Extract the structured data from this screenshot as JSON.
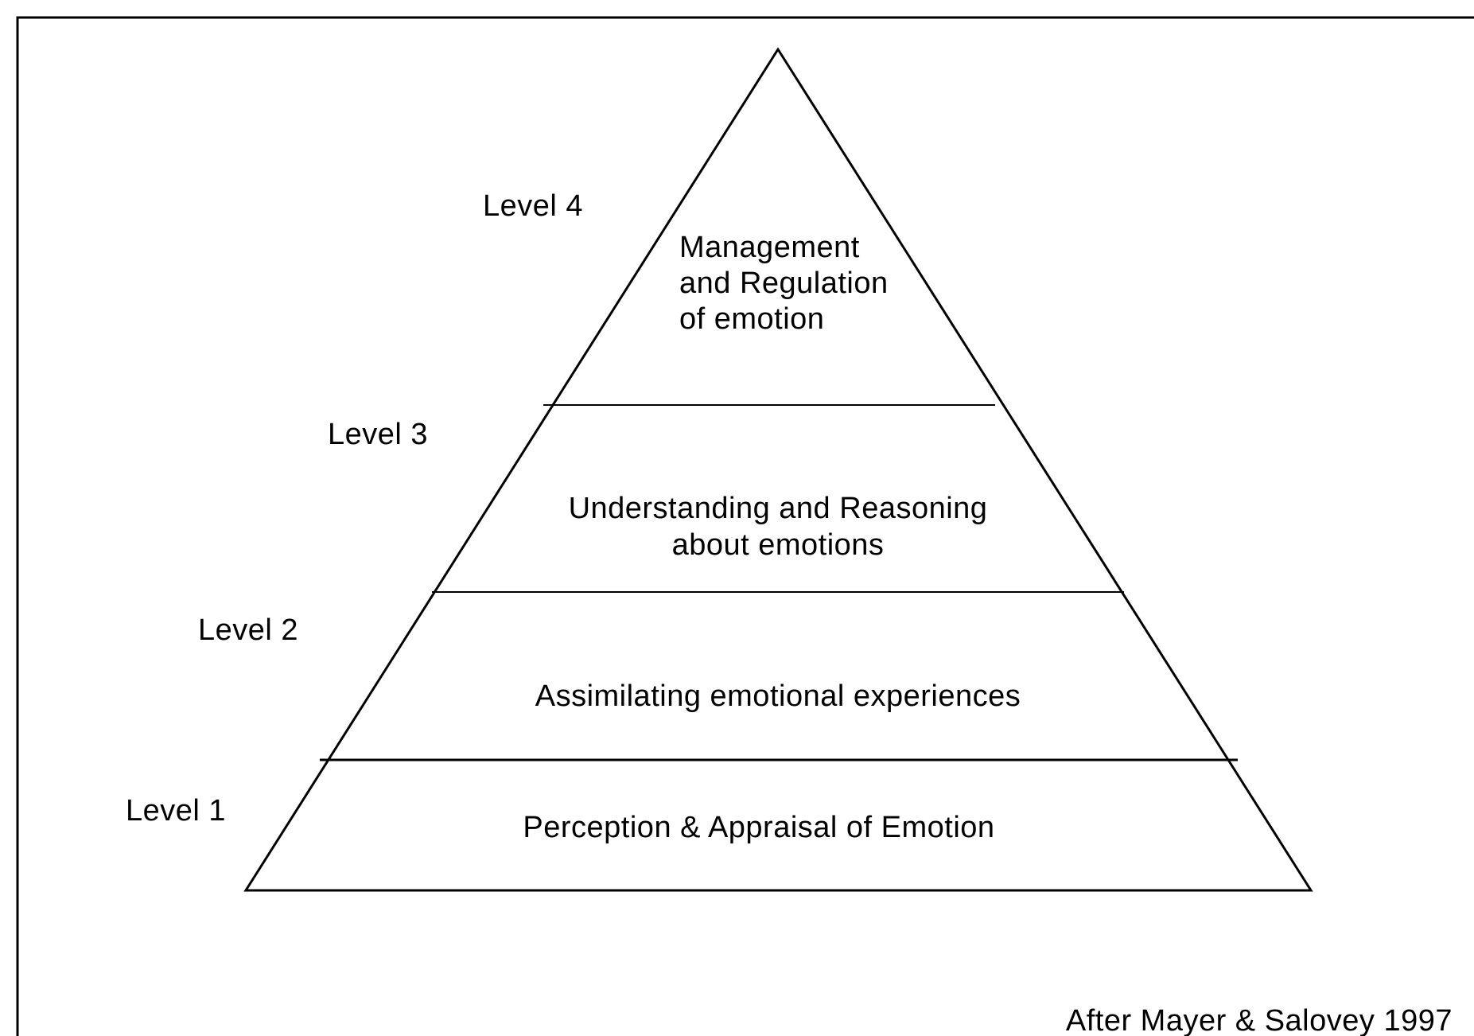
{
  "colors": {
    "stroke": "#000000",
    "background": "#ffffff"
  },
  "levels": [
    {
      "level_label": "Level 1",
      "text_lines": [
        "Perception & Appraisal of Emotion"
      ]
    },
    {
      "level_label": "Level 2",
      "text_lines": [
        "Assimilating emotional experiences"
      ]
    },
    {
      "level_label": "Level 3",
      "text_lines": [
        "Understanding and Reasoning",
        "about emotions"
      ]
    },
    {
      "level_label": "Level 4",
      "text_lines": [
        "Management",
        "and Regulation",
        "of emotion"
      ]
    }
  ],
  "citation": "After Mayer & Salovey 1997"
}
